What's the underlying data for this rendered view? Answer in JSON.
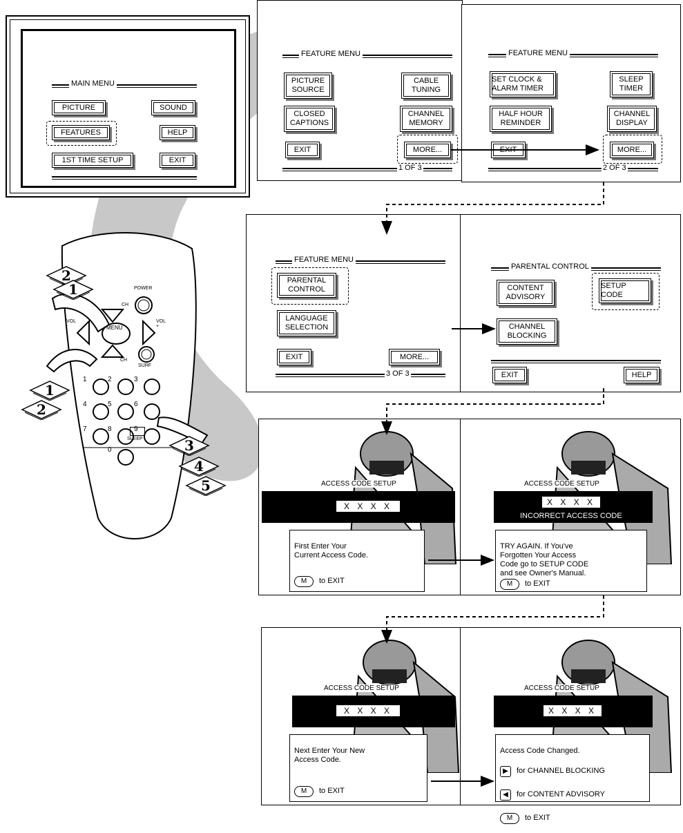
{
  "main_menu": {
    "title": "MAIN MENU",
    "buttons": [
      "PICTURE",
      "SOUND",
      "FEATURES",
      "HELP",
      "1ST TIME SETUP",
      "EXIT"
    ]
  },
  "feature_menu_p1": {
    "title": "FEATURE MENU",
    "buttons": [
      "PICTURE\nSOURCE",
      "CABLE\nTUNING",
      "CLOSED\nCAPTIONS",
      "CHANNEL\nMEMORY",
      "EXIT",
      "MORE..."
    ],
    "page": "1 OF 3"
  },
  "feature_menu_p2": {
    "title": "FEATURE MENU",
    "buttons": [
      "SET CLOCK &\nALARM TIMER",
      "SLEEP\nTIMER",
      "HALF HOUR\nREMINDER",
      "CHANNEL\nDISPLAY",
      "EXIT",
      "MORE..."
    ],
    "page": "2 OF 3"
  },
  "feature_menu_p3": {
    "title": "FEATURE MENU",
    "buttons": [
      "PARENTAL\nCONTROL",
      "LANGUAGE\nSELECTION",
      "EXIT",
      "MORE..."
    ],
    "page": "3 OF 3"
  },
  "parental_control": {
    "title": "PARENTAL CONTROL",
    "buttons": [
      "CONTENT\nADVISORY",
      "SETUP\nCODE",
      "CHANNEL\nBLOCKING",
      "EXIT",
      "HELP"
    ]
  },
  "access_screens": [
    {
      "caption": "ACCESS CODE SETUP",
      "code": "X X X X",
      "error": "",
      "message": "First Enter Your\nCurrent Access Code.",
      "exit_key": "M",
      "exit_label": "to EXIT"
    },
    {
      "caption": "ACCESS CODE SETUP",
      "code": "X X X X",
      "error": "INCORRECT ACCESS CODE",
      "message": "TRY AGAIN. If You've\nForgotten Your Access\nCode go to SETUP CODE\nand see Owner's Manual.",
      "exit_key": "M",
      "exit_label": "to EXIT"
    },
    {
      "caption": "ACCESS CODE SETUP",
      "code": "X X X X",
      "error": "",
      "message": "Next Enter Your New\nAccess Code.",
      "exit_key": "M",
      "exit_label": "to EXIT"
    },
    {
      "caption": "ACCESS CODE SETUP",
      "code": "X X X X",
      "error": "",
      "message": "Access Code Changed.",
      "options": [
        {
          "icon": "right-arrow-key",
          "label": "for CHANNEL BLOCKING"
        },
        {
          "icon": "left-arrow-key",
          "label": "for CONTENT ADVISORY"
        }
      ],
      "exit_key": "M",
      "exit_label": "to EXIT"
    }
  ],
  "remote": {
    "labels": [
      "POWER",
      "CH",
      "MENU",
      "VOL -",
      "VOL +",
      "CH",
      "SURF",
      "SLEEP"
    ],
    "digits": [
      "1",
      "2",
      "3",
      "4",
      "5",
      "6",
      "7",
      "8",
      "9",
      "0"
    ]
  },
  "steps": [
    "2",
    "1",
    "1",
    "2",
    "3",
    "4",
    "5"
  ]
}
